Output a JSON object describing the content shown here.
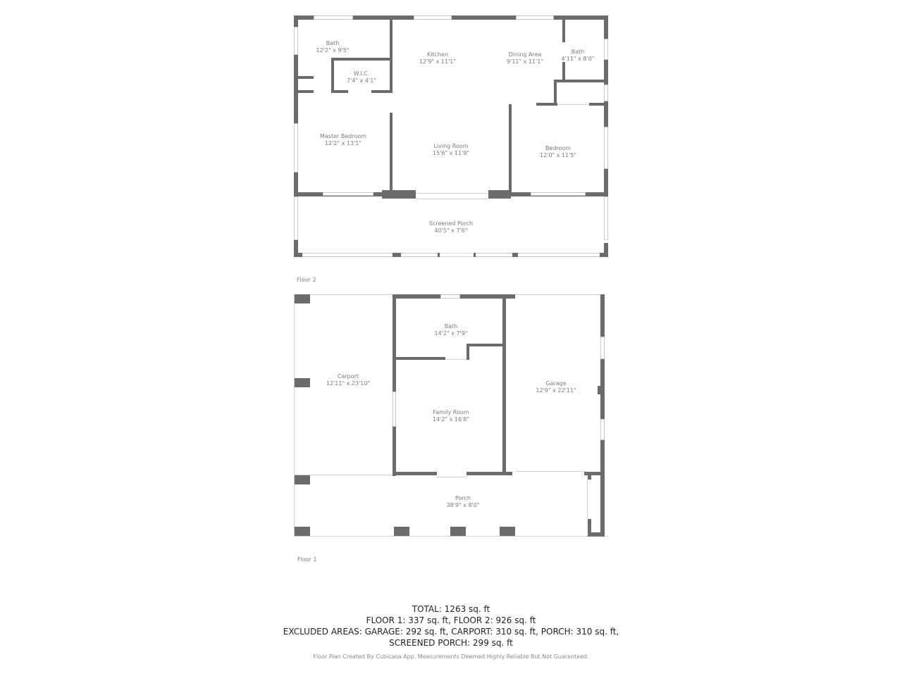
{
  "floors": [
    {
      "label": "Floor 2",
      "rooms": [
        {
          "name": "Bath",
          "dims": "12'2\" x 9'5\""
        },
        {
          "name": "W.I.C.",
          "dims": "7'4\" x 4'1\""
        },
        {
          "name": "Kitchen",
          "dims": "12'9\" x 11'1\""
        },
        {
          "name": "Dining Area",
          "dims": "9'11\" x 11'1\""
        },
        {
          "name": "Bath",
          "dims": "4'11\" x 8'0\""
        },
        {
          "name": "Master Bedroom",
          "dims": "12'2\" x 13'1\""
        },
        {
          "name": "Living Room",
          "dims": "15'6\" x 11'9\""
        },
        {
          "name": "Bedroom",
          "dims": "12'0\" x 11'5\""
        },
        {
          "name": "Screened Porch",
          "dims": "40'5\" x 7'6\""
        }
      ]
    },
    {
      "label": "Floor 1",
      "rooms": [
        {
          "name": "Bath",
          "dims": "14'2\" x 7'9\""
        },
        {
          "name": "Carport",
          "dims": "12'11\" x 23'10\""
        },
        {
          "name": "Garage",
          "dims": "12'9\" x 22'11\""
        },
        {
          "name": "Family Room",
          "dims": "14'2\" x 16'8\""
        },
        {
          "name": "Porch",
          "dims": "38'9\" x 8'0\""
        }
      ]
    }
  ],
  "summary": {
    "total": "TOTAL: 1263 sq. ft",
    "floors": "FLOOR 1: 337 sq. ft, FLOOR 2: 926 sq. ft",
    "excluded": "EXCLUDED AREAS: GARAGE: 292 sq. ft, CARPORT: 310 sq. ft, PORCH: 310 sq. ft,",
    "excluded_cont": "SCREENED PORCH: 299 sq. ft"
  },
  "disclaimer": "Floor Plan Created By Cubicasa App. Measurements Deemed Highly Reliable But Not Guaranteed.",
  "colors": {
    "wall": "#6b6b6b",
    "text": "#7a7a7a"
  }
}
